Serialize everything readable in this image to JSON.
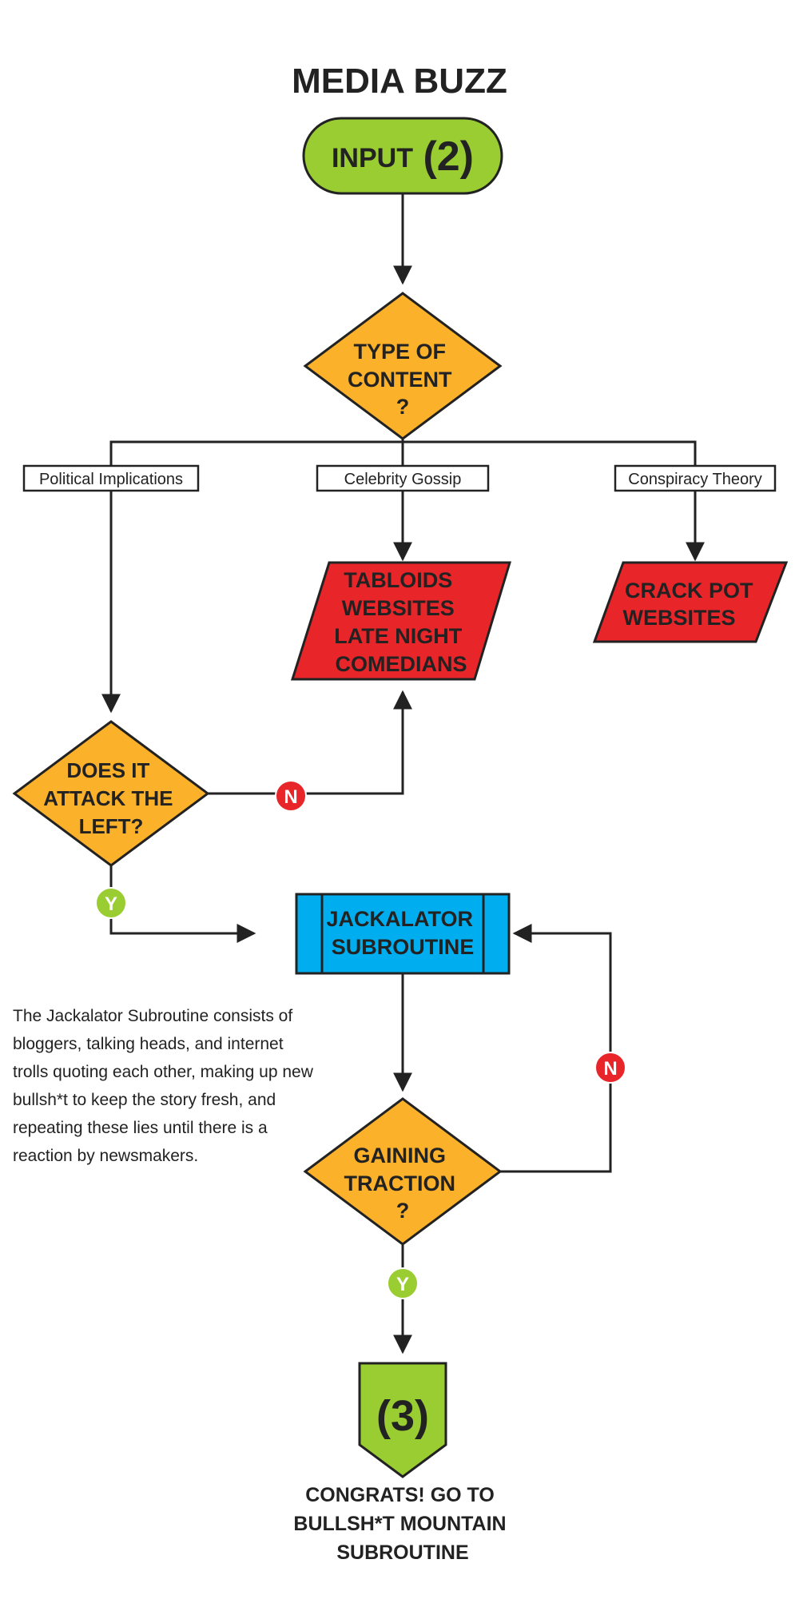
{
  "title": "MEDIA BUZZ",
  "colors": {
    "green": "#9ACD32",
    "orange": "#FBB129",
    "red": "#E8262A",
    "blue": "#00AEEF",
    "line": "#222222"
  },
  "nodes": {
    "input": {
      "word": "INPUT",
      "number": "(2)"
    },
    "type_of_content": {
      "lines": [
        "TYPE OF",
        "CONTENT",
        "?"
      ]
    },
    "attack_left": {
      "lines": [
        "DOES IT",
        "ATTACK THE",
        "LEFT?"
      ]
    },
    "tabloids": {
      "lines": [
        "TABLOIDS",
        "WEBSITES",
        "LATE NIGHT",
        "COMEDIANS"
      ]
    },
    "crackpot": {
      "lines": [
        "CRACK POT",
        "WEBSITES"
      ]
    },
    "jackalator": {
      "lines": [
        "JACKALATOR",
        "SUBROUTINE"
      ]
    },
    "gaining_traction": {
      "lines": [
        "GAINING",
        "TRACTION",
        "?"
      ]
    },
    "end": {
      "number": "(3)"
    }
  },
  "branch_labels": {
    "political": "Political Implications",
    "celebrity": "Celebrity Gossip",
    "conspiracy": "Conspiracy Theory"
  },
  "badges": {
    "no": "N",
    "yes": "Y"
  },
  "note": "The Jackalator Subroutine consists of bloggers, talking heads, and internet trolls quoting each other, making up new bullsh*t to keep the story fresh, and repeating these lies until there is a reaction by newsmakers.",
  "congrats": [
    "CONGRATS! GO TO",
    "BULLSH*T MOUNTAIN",
    "SUBROUTINE"
  ]
}
